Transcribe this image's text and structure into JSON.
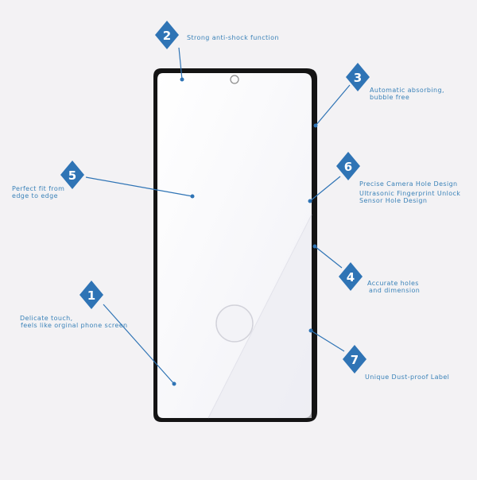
{
  "colors": {
    "accent": "#2f74b5",
    "text": "#3a82b8",
    "background": "#f3f2f4",
    "phone_frame": "#141414",
    "screen": "#f7f7fb"
  },
  "callouts": [
    {
      "number": "1",
      "lines": [
        "Delicate touch,",
        "feels like orginal phone screen"
      ]
    },
    {
      "number": "2",
      "lines": [
        "Strong anti-shock function"
      ]
    },
    {
      "number": "3",
      "lines": [
        "Automatic absorbing,",
        "bubble free"
      ]
    },
    {
      "number": "4",
      "lines": [
        "Accurate holes",
        "and dimension"
      ]
    },
    {
      "number": "5",
      "lines": [
        "Perfect fit from",
        "edge to edge"
      ]
    },
    {
      "number": "6",
      "lines": [
        "Precise Camera Hole Design",
        "Ultrasonic Fingerprint Unlock",
        "Sensor Hole Design"
      ]
    },
    {
      "number": "7",
      "lines": [
        "Unique Dust-proof Label"
      ]
    }
  ]
}
